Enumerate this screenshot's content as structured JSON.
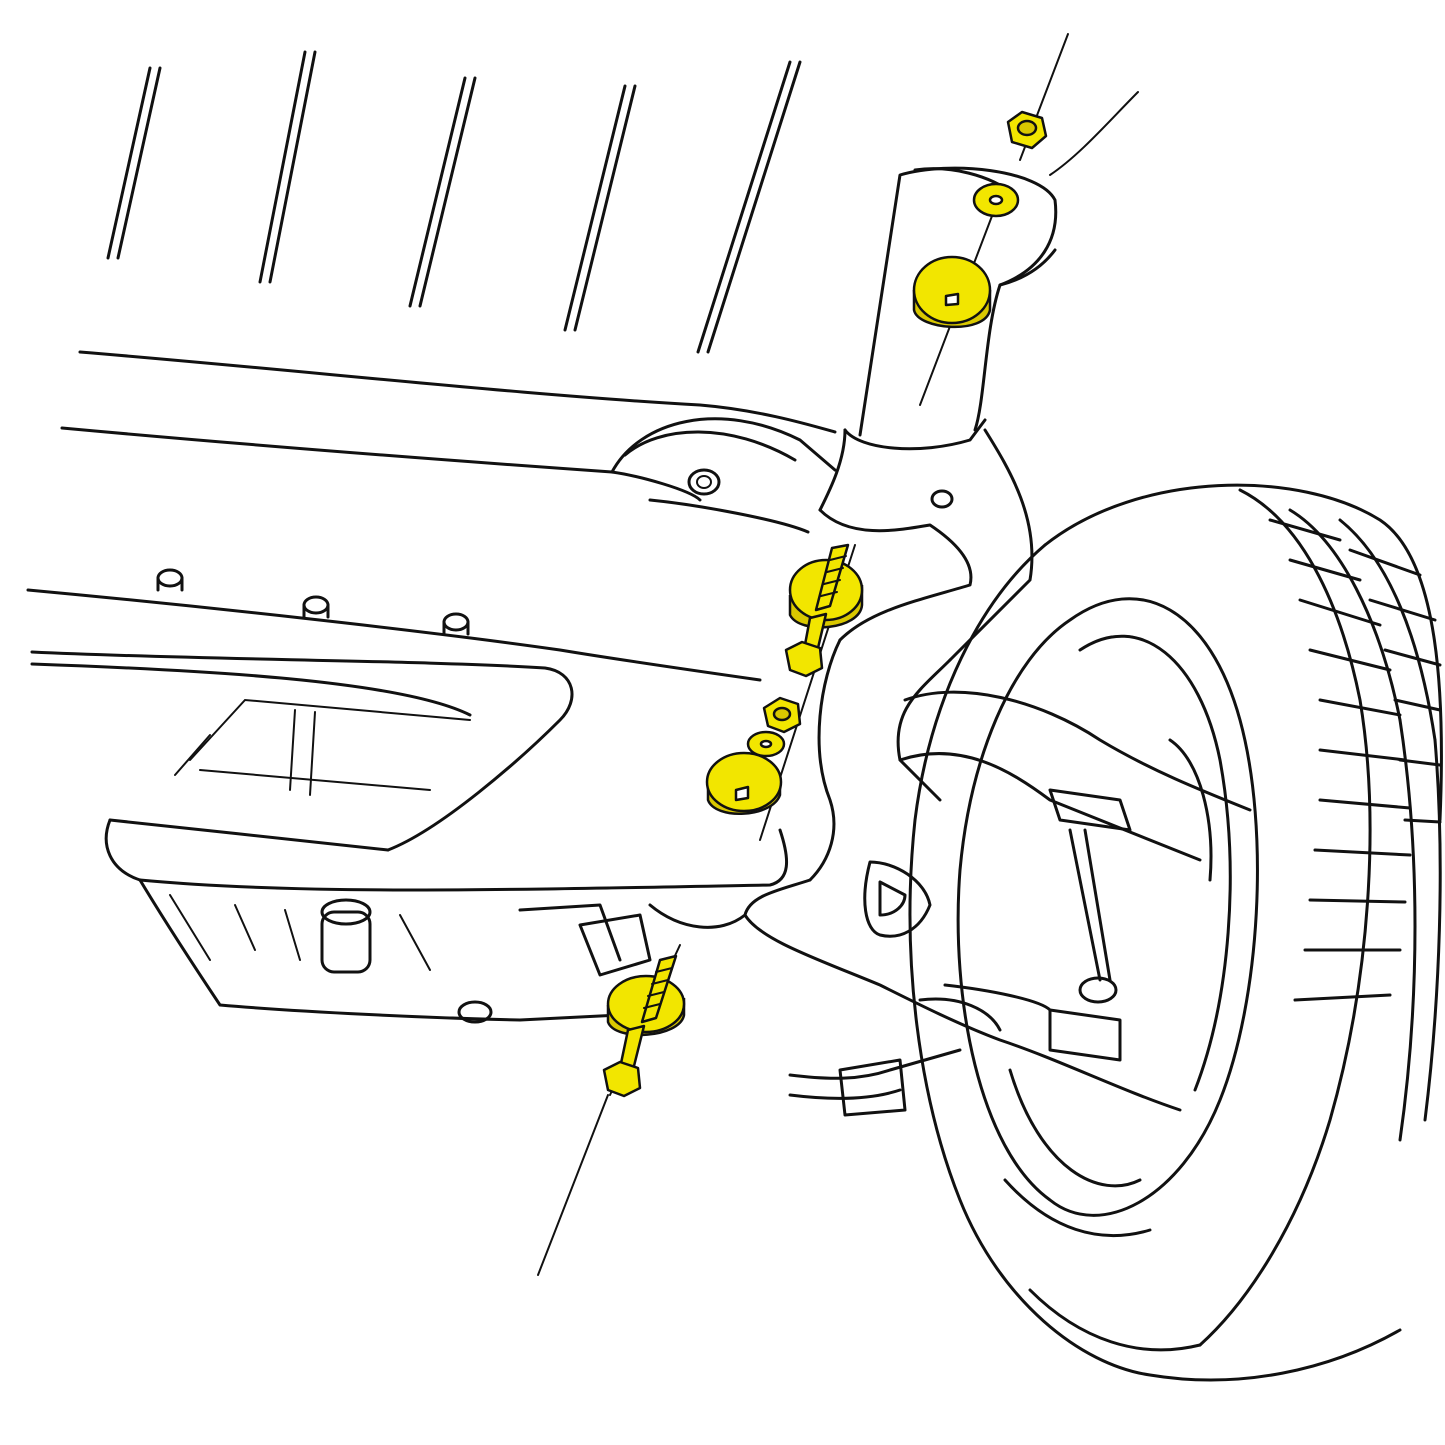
{
  "colors": {
    "background": "#ffffff",
    "line": "#111111",
    "hardware_highlight": "#f2e600",
    "hardware_shade": "#d9c800"
  },
  "diagram": {
    "labels": [],
    "components": [
      "vehicle-underbody",
      "front-subframe",
      "lower-control-arm",
      "wheel-and-tire",
      "rear-mount-hardware-stack",
      "upper-front-mount-hardware-stack",
      "lower-front-mount-hardware-stack",
      "forward-bolt-hardware-stack"
    ],
    "highlighted_hardware": [
      {
        "stack": "rear-mount",
        "parts": [
          "nut",
          "washer",
          "insulator"
        ]
      },
      {
        "stack": "upper-front-mount",
        "parts": [
          "bolt",
          "insulator",
          "nut"
        ]
      },
      {
        "stack": "lower-front-mount",
        "parts": [
          "nut",
          "washer",
          "insulator"
        ]
      },
      {
        "stack": "forward-bolt",
        "parts": [
          "bolt",
          "insulator",
          "nut"
        ]
      }
    ]
  }
}
